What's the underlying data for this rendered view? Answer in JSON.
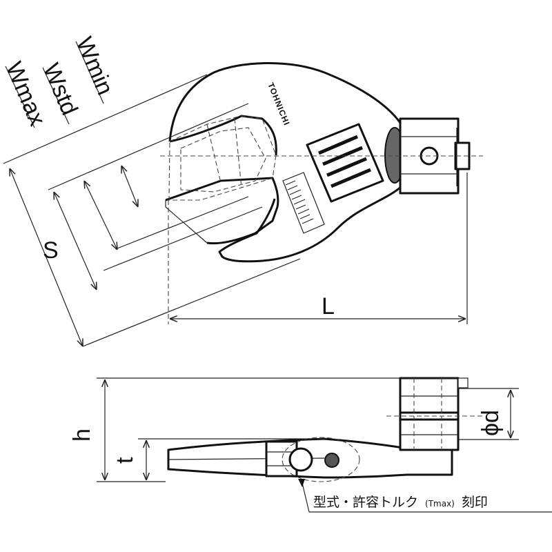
{
  "drawing": {
    "top_view": {
      "brand_mark": "TOHNICHI",
      "dims": {
        "w_min": "Wmin",
        "w_std": "Wstd",
        "w_max": "Wmax",
        "s": "S",
        "l": "L"
      }
    },
    "side_view": {
      "dims": {
        "h": "h",
        "t": "t",
        "d": "ϕd"
      },
      "note_main": "型式・許容トルク",
      "note_small": "(Tmax)",
      "note_tail": "刻印"
    }
  }
}
